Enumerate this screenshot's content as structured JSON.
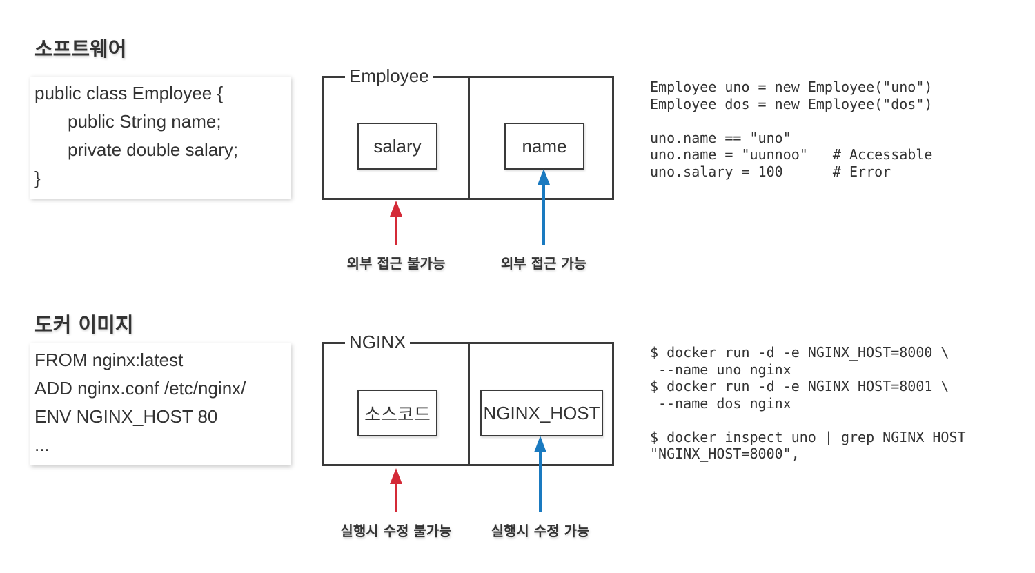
{
  "software": {
    "heading": "소프트웨어",
    "code_lines": [
      "public class Employee {",
      "public String name;",
      "private double salary;",
      "}"
    ],
    "frame_title": "Employee",
    "private_member": "salary",
    "public_member": "name",
    "label_denied": "외부 접근 불가능",
    "label_allowed": "외부 접근 가능",
    "example_lines": [
      "Employee uno = new Employee(\"uno\")",
      "Employee dos = new Employee(\"dos\")",
      "",
      "uno.name == \"uno\"",
      "uno.name = \"uunnoo\"   # Accessable",
      "uno.salary = 100      # Error"
    ]
  },
  "docker": {
    "heading": "도커 이미지",
    "code_lines": [
      "FROM nginx:latest",
      "ADD nginx.conf /etc/nginx/",
      "ENV NGINX_HOST 80",
      "..."
    ],
    "frame_title": "NGINX",
    "private_member": "소스코드",
    "public_member": "NGINX_HOST",
    "label_denied": "실행시 수정 불가능",
    "label_allowed": "실행시 수정 가능",
    "example_lines": [
      "$ docker run -d -e NGINX_HOST=8000 \\",
      " --name uno nginx",
      "$ docker run -d -e NGINX_HOST=8001 \\",
      " --name dos nginx",
      "",
      "$ docker inspect uno | grep NGINX_HOST",
      "\"NGINX_HOST=8000\","
    ]
  },
  "colors": {
    "denied_arrow": "#d42a37",
    "allowed_arrow": "#1a7ac0",
    "frame_stroke": "#3a3a3a"
  }
}
